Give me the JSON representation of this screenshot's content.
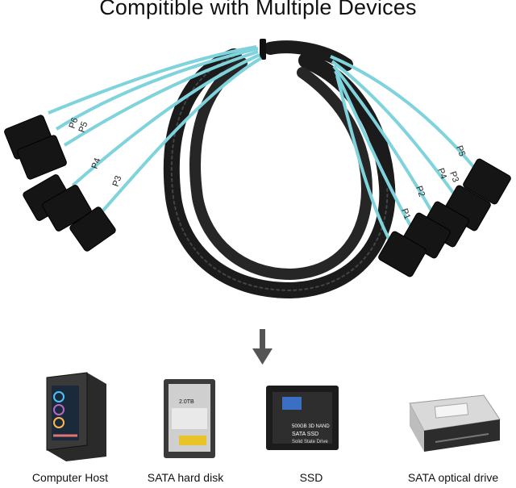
{
  "title": "Compitible with Multiple Devices",
  "cable": {
    "left_labels": [
      "P6",
      "P5",
      "P4",
      "P3"
    ],
    "right_labels": [
      "P5",
      "P4",
      "P3",
      "P2",
      "P1"
    ]
  },
  "arrow_icon": "down-arrow-icon",
  "devices": [
    {
      "id": "computer-host",
      "label": "Computer Host",
      "icon": "computer-tower-icon"
    },
    {
      "id": "hard-disk",
      "label": "SATA hard disk",
      "icon": "hard-disk-icon",
      "print": "2.0TB"
    },
    {
      "id": "ssd",
      "label": "SSD",
      "icon": "ssd-icon",
      "print_lines": [
        "500GB 3D NAND",
        "SATA SSD",
        "Solid State Drive"
      ]
    },
    {
      "id": "optical-drive",
      "label": "SATA optical drive",
      "icon": "optical-drive-icon"
    }
  ],
  "colors": {
    "cable_teal": "#7fd3dc",
    "braid": "#1a1a1a",
    "ssd_blue": "#3a6fc4"
  }
}
